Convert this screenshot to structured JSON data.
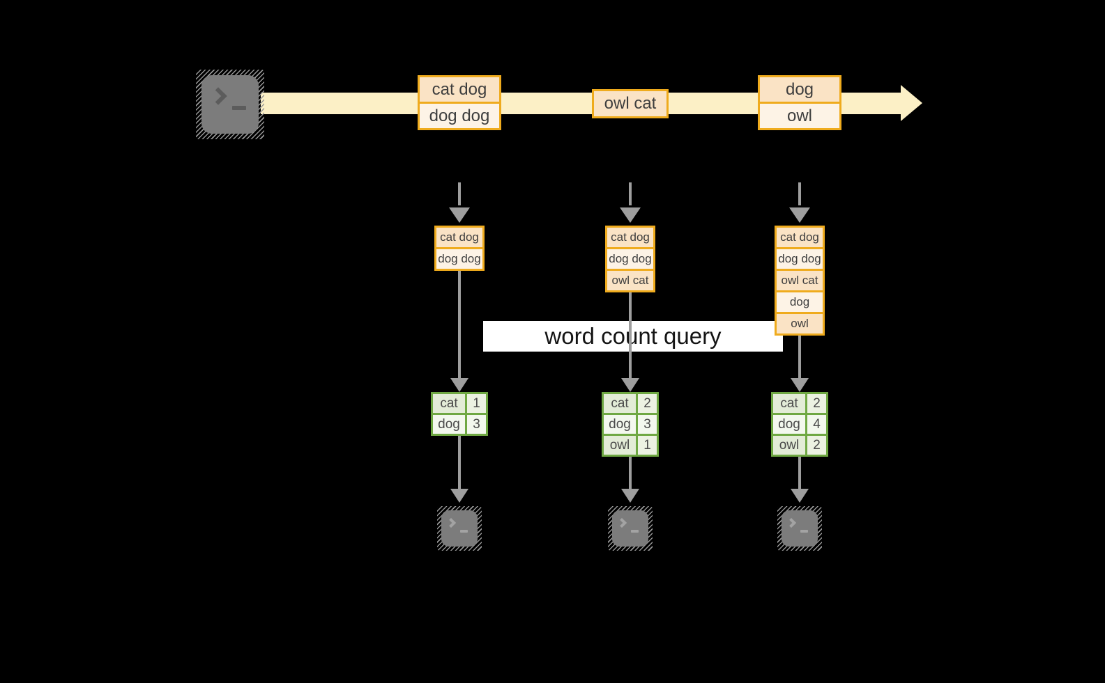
{
  "diagram": {
    "query_label": "word count query",
    "source": {
      "icon": "terminal-icon"
    },
    "stream_events": [
      {
        "cells": [
          "cat dog",
          "dog dog"
        ]
      },
      {
        "cells": [
          "owl cat"
        ]
      },
      {
        "cells": [
          "dog",
          "owl"
        ]
      }
    ],
    "columns": [
      {
        "state_cells": [
          "cat dog",
          "dog dog"
        ],
        "counts": [
          {
            "word": "cat",
            "count": "1"
          },
          {
            "word": "dog",
            "count": "3"
          }
        ]
      },
      {
        "state_cells": [
          "cat dog",
          "dog dog",
          "owl cat"
        ],
        "counts": [
          {
            "word": "cat",
            "count": "2"
          },
          {
            "word": "dog",
            "count": "3"
          },
          {
            "word": "owl",
            "count": "1"
          }
        ]
      },
      {
        "state_cells": [
          "cat dog",
          "dog dog",
          "owl cat",
          "dog",
          "owl"
        ],
        "counts": [
          {
            "word": "cat",
            "count": "2"
          },
          {
            "word": "dog",
            "count": "4"
          },
          {
            "word": "owl",
            "count": "2"
          }
        ]
      }
    ],
    "output_terminals": [
      {
        "icon": "terminal-icon"
      },
      {
        "icon": "terminal-icon"
      },
      {
        "icon": "terminal-icon"
      }
    ],
    "colors": {
      "background": "#000000",
      "stream_arrow": "#fcf0c6",
      "event_border": "#efab1d",
      "event_fill_dark": "#fae3c5",
      "event_fill_light": "#fdf3e6",
      "table_border": "#6fa843",
      "table_fill_dark": "#e3ecd7",
      "table_fill_light": "#f3f8ee",
      "arrow_gray": "#9e9e9e",
      "terminal_gray": "#7c7c7c",
      "query_band": "#ffffff"
    }
  }
}
